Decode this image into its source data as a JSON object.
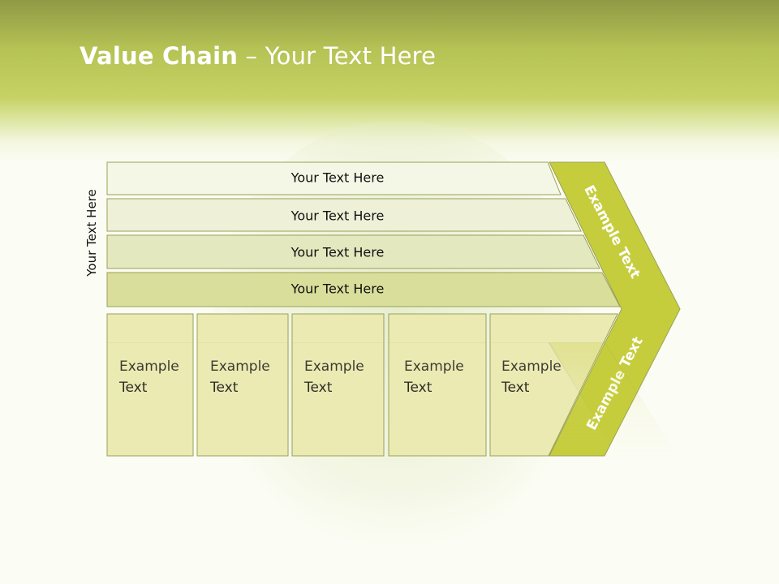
{
  "title": {
    "bold": "Value Chain",
    "rest": " – Your Text Here"
  },
  "side_label": "Your Text Here",
  "support_rows": [
    {
      "label": "Your Text Here"
    },
    {
      "label": "Your Text Here"
    },
    {
      "label": "Your Text Here"
    },
    {
      "label": "Your Text Here"
    }
  ],
  "primary_cells": [
    {
      "line1": "Example",
      "line2": "Text"
    },
    {
      "line1": "Example",
      "line2": "Text"
    },
    {
      "line1": "Example",
      "line2": "Text"
    },
    {
      "line1": "Example",
      "line2": "Text"
    },
    {
      "line1": "Example",
      "line2": "Text"
    }
  ],
  "margin_upper": "Example Text",
  "margin_lower": "Example Text",
  "colors": {
    "header": "#b5c254",
    "margin_fill": "#c6cd3d",
    "cell_fill": "#ebeab3",
    "row_fills": [
      "#f5f7e6",
      "#eef1d8",
      "#e4e8be",
      "#d9df9a"
    ],
    "stroke": "#9aa156"
  }
}
